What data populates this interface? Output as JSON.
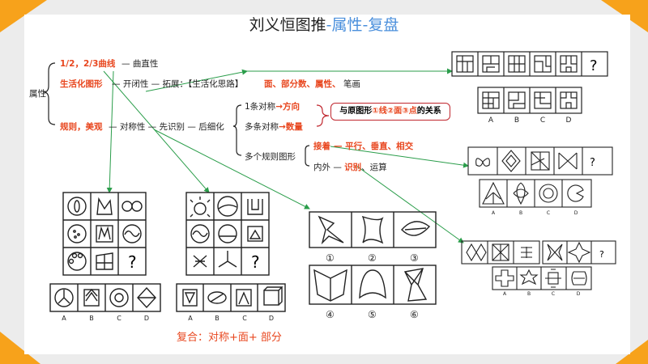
{
  "title": {
    "main": "刘义恒图推",
    "sep1": "-",
    "part2": "属性",
    "sep2": "-",
    "part3": "复盘"
  },
  "tree": {
    "root": "属性",
    "b1_red": "1/2，2/3曲线",
    "b1_tail": "— 曲直性",
    "b2_red": "生活化图形",
    "b2_mid": "— 开闭性 — 拓展：【生活化思路】",
    "b2_tail_red": "面、部分数、属性、",
    "b2_tail": "笔画",
    "b3_red": "规则，美观",
    "b3_mid": "— 对称性 — 先识别 — 后细化",
    "sym_one_a": "1条对称",
    "sym_one_b": "→方向",
    "sym_multi_a": "多条对称",
    "sym_multi_b": "→数量",
    "multi_shape": "多个规则图形",
    "connect_red": "接着",
    "connect_tail_red": "— 平行、垂直、相交",
    "inout": "内外",
    "inout_red": "识别",
    "inout_tail": "、运算",
    "note_a": "与原图形",
    "note_red": "①线②面③点",
    "note_b": "的关系"
  },
  "choices": {
    "a": "A",
    "b": "B",
    "c": "C",
    "d": "D",
    "q": "?"
  },
  "numbered": [
    "①",
    "②",
    "③",
    "④",
    "⑤",
    "⑥"
  ],
  "bottom_note": "复合：对称+面+ 部分",
  "colors": {
    "accent_red": "#e8461e",
    "title_blue": "#4a8fdc",
    "arrow_green": "#2a9d4a",
    "orange": "#f39a1e"
  }
}
